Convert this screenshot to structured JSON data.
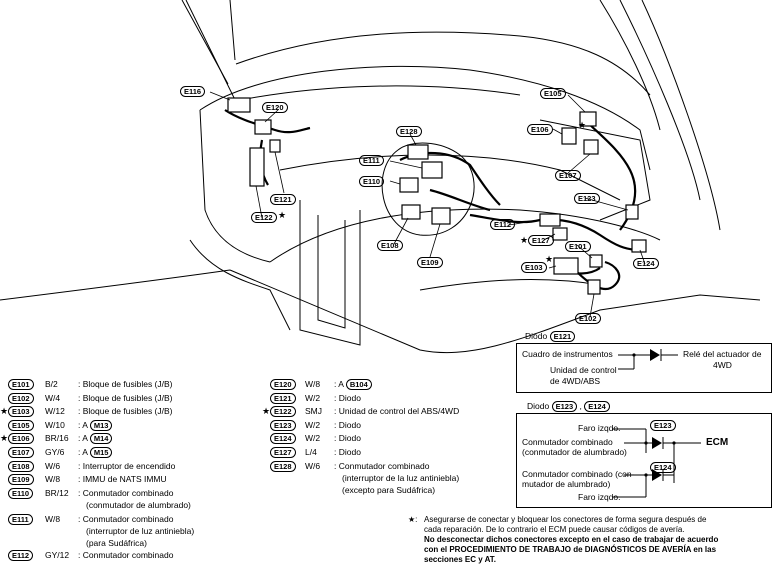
{
  "connectors": {
    "E116": "E116",
    "E120": "E120",
    "E128": "E128",
    "E111": "E111",
    "E110": "E110",
    "E121": "E121",
    "E122": "E122",
    "E105": "E105",
    "E106": "E106",
    "E107": "E107",
    "E123": "E123",
    "E112": "E112",
    "E127": "E127",
    "E101": "E101",
    "E108": "E108",
    "E109": "E109",
    "E103": "E103",
    "E124": "E124",
    "E102": "E102"
  },
  "legend_left": [
    {
      "star": "",
      "code": "E101",
      "color": "B/2",
      "desc": "Bloque de fusibles (J/B)",
      "ref": ""
    },
    {
      "star": "",
      "code": "E102",
      "color": "W/4",
      "desc": "Bloque de fusibles (J/B)",
      "ref": ""
    },
    {
      "star": "★",
      "code": "E103",
      "color": "W/12",
      "desc": "Bloque de fusibles (J/B)",
      "ref": ""
    },
    {
      "star": "",
      "code": "E105",
      "color": "W/10",
      "desc": "A",
      "ref": "M13"
    },
    {
      "star": "★",
      "code": "E106",
      "color": "BR/16",
      "desc": "A",
      "ref": "M14"
    },
    {
      "star": "",
      "code": "E107",
      "color": "GY/6",
      "desc": "A",
      "ref": "M15"
    },
    {
      "star": "",
      "code": "E108",
      "color": "W/6",
      "desc": "Interruptor de encendido",
      "ref": ""
    },
    {
      "star": "",
      "code": "E109",
      "color": "W/8",
      "desc": "IMMU de NATS IMMU",
      "ref": ""
    },
    {
      "star": "",
      "code": "E110",
      "color": "BR/12",
      "desc": "Conmutador combinado",
      "desc2": "(conmutador de alumbrado)",
      "ref": ""
    },
    {
      "star": "",
      "code": "E111",
      "color": "W/8",
      "desc": "Conmutador combinado",
      "desc2": "(interruptor de luz antiniebla)",
      "desc3": "(para Sudáfrica)",
      "ref": ""
    },
    {
      "star": "",
      "code": "E112",
      "color": "GY/12",
      "desc": "Conmutador combinado",
      "ref": ""
    }
  ],
  "legend_right": [
    {
      "star": "",
      "code": "E120",
      "color": "W/8",
      "desc": "A",
      "ref": "B104"
    },
    {
      "star": "",
      "code": "E121",
      "color": "W/2",
      "desc": "Diodo",
      "ref": ""
    },
    {
      "star": "★",
      "code": "E122",
      "color": "SMJ",
      "desc": "Unidad de control del ABS/4WD",
      "ref": ""
    },
    {
      "star": "",
      "code": "E123",
      "color": "W/2",
      "desc": "Diodo",
      "ref": ""
    },
    {
      "star": "",
      "code": "E124",
      "color": "W/2",
      "desc": "Diodo",
      "ref": ""
    },
    {
      "star": "",
      "code": "E127",
      "color": "L/4",
      "desc": "Diodo",
      "ref": ""
    },
    {
      "star": "",
      "code": "E128",
      "color": "W/6",
      "desc": "Conmutador combinado",
      "desc2": "(interruptor de la luz antiniebla)",
      "desc3": "(excepto para Sudáfrica)",
      "ref": ""
    }
  ],
  "diode_e121": {
    "title": "Diodo",
    "code": "E121",
    "left_top": "Cuadro de instrumentos",
    "left_bottom_1": "Unidad de control",
    "left_bottom_2": "de 4WD/ABS",
    "right_1": "Relé del actuador de",
    "right_2": "4WD"
  },
  "diode_e123_e124": {
    "title": "Diodo",
    "code_a": "E123",
    "code_b": "E124",
    "faro1": "Faro izqdo.",
    "conm1_1": "Conmutador combinado",
    "conm1_2": "(conmutador de alumbrado)",
    "conm2_1": "Conmutador combinado (con-",
    "conm2_2": "mutador de alumbrado)",
    "faro2": "Faro izqdo.",
    "ecm": "ECM"
  },
  "note": {
    "star": "★:",
    "line1": "Asegurarse de conectar y bloquear los conectores de forma segura después de",
    "line2": "cada reparación. De lo contrario el ECM puede causar códigos de avería.",
    "bold1": "No desconectar dichos conectores excepto en el caso de trabajar de acuerdo",
    "bold2": "con el PROCEDIMIENTO DE TRABAJO de DIAGNÓSTICOS DE AVERÍA en las",
    "bold3": "secciones EC y AT."
  }
}
